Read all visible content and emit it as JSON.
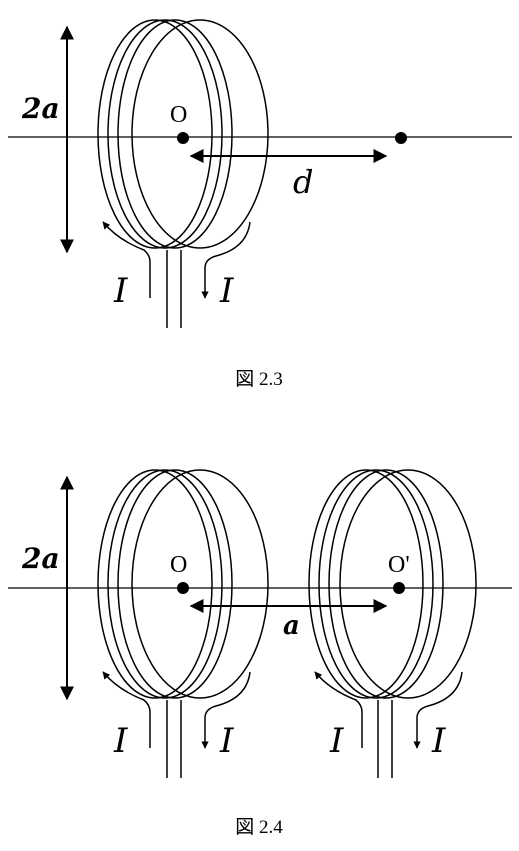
{
  "figures": [
    {
      "caption": "図 2.3",
      "height_label": "2a",
      "center_label": "O",
      "distance_label": "d",
      "current_left": "I",
      "current_right": "I"
    },
    {
      "caption": "図 2.4",
      "height_label": "2a",
      "center_label_1": "O",
      "center_label_2": "O'",
      "distance_label": "a",
      "currents": [
        "I",
        "I",
        "I",
        "I"
      ]
    }
  ]
}
